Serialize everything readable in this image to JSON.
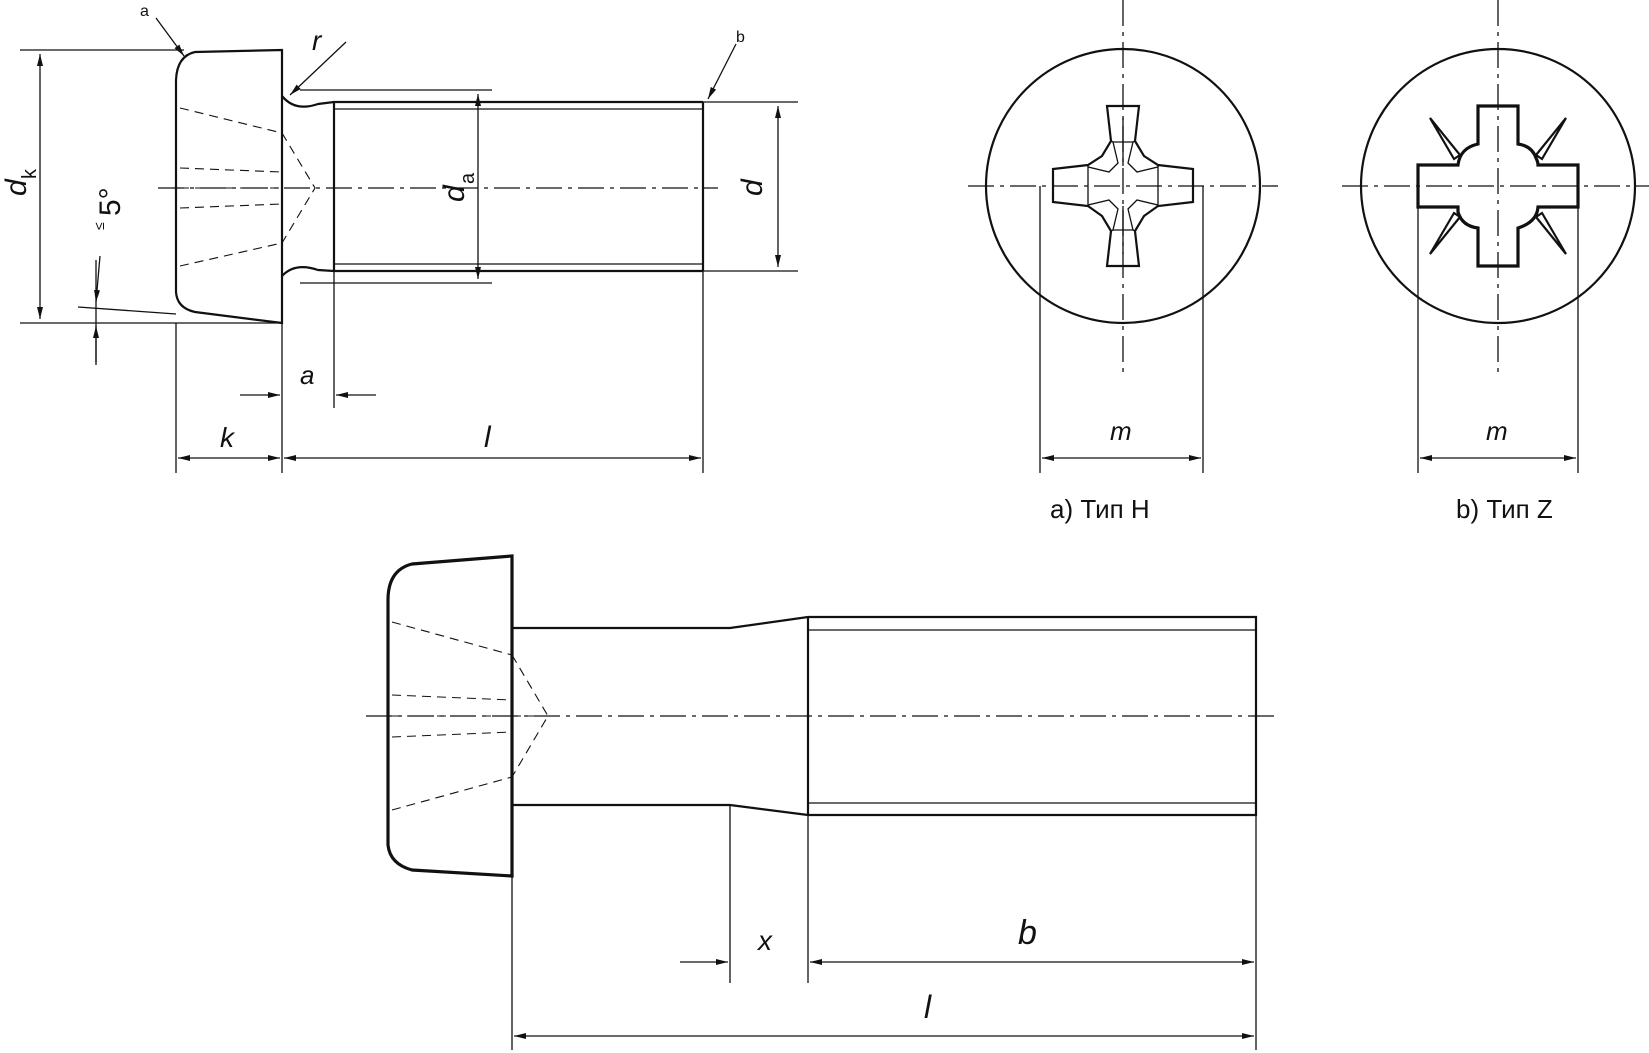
{
  "labels": {
    "note_a": "a",
    "note_b": "b",
    "radius": "r",
    "head_dia_d": "d",
    "head_dia_sub": "k",
    "angle_limit": "≤",
    "angle": "5°",
    "transition_d": "d",
    "transition_sub": "a",
    "thread_d": "d",
    "dim_a": "a",
    "dim_k": "k",
    "dim_l": "l",
    "dim_m_h": "m",
    "dim_m_z": "m",
    "dim_x": "x",
    "dim_b": "b",
    "dim_l2": "l"
  },
  "captions": {
    "type_h": "а) Тип Н",
    "type_z": "b) Тип  Z"
  }
}
